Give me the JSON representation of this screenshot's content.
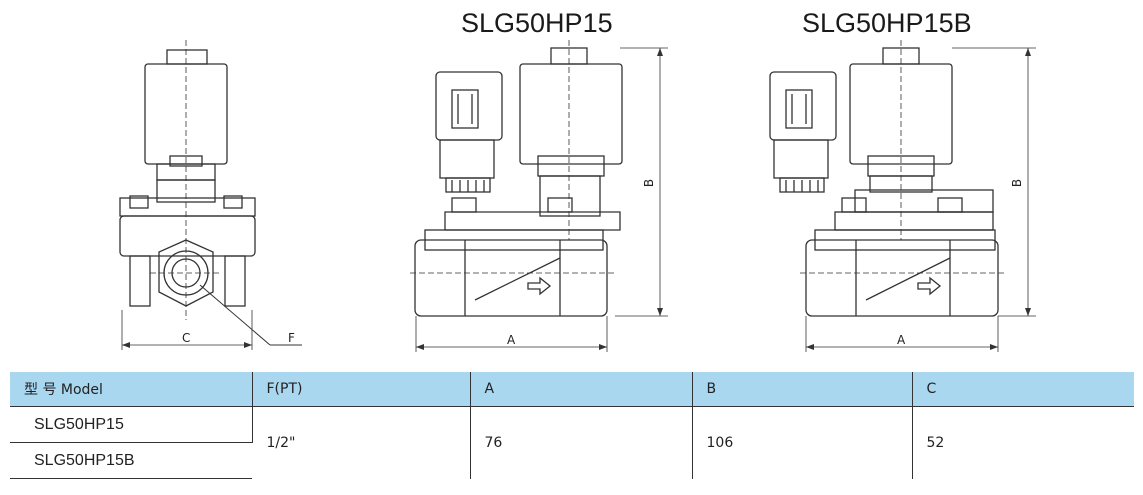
{
  "drawings": {
    "titles": [
      "SLG50HP15",
      "SLG50HP15B"
    ],
    "dimension_labels": {
      "side_width": "C",
      "port": "F",
      "front_length_1": "A",
      "front_height_1": "B",
      "front_length_2": "A",
      "front_height_2": "B"
    }
  },
  "table": {
    "headers": [
      "型 号 Model",
      "F(PT)",
      "A",
      "B",
      "C"
    ],
    "models": [
      "SLG50HP15",
      "SLG50HP15B"
    ],
    "shared_values": {
      "F": "1/2\"",
      "A": "76",
      "B": "106",
      "C": "52"
    }
  }
}
